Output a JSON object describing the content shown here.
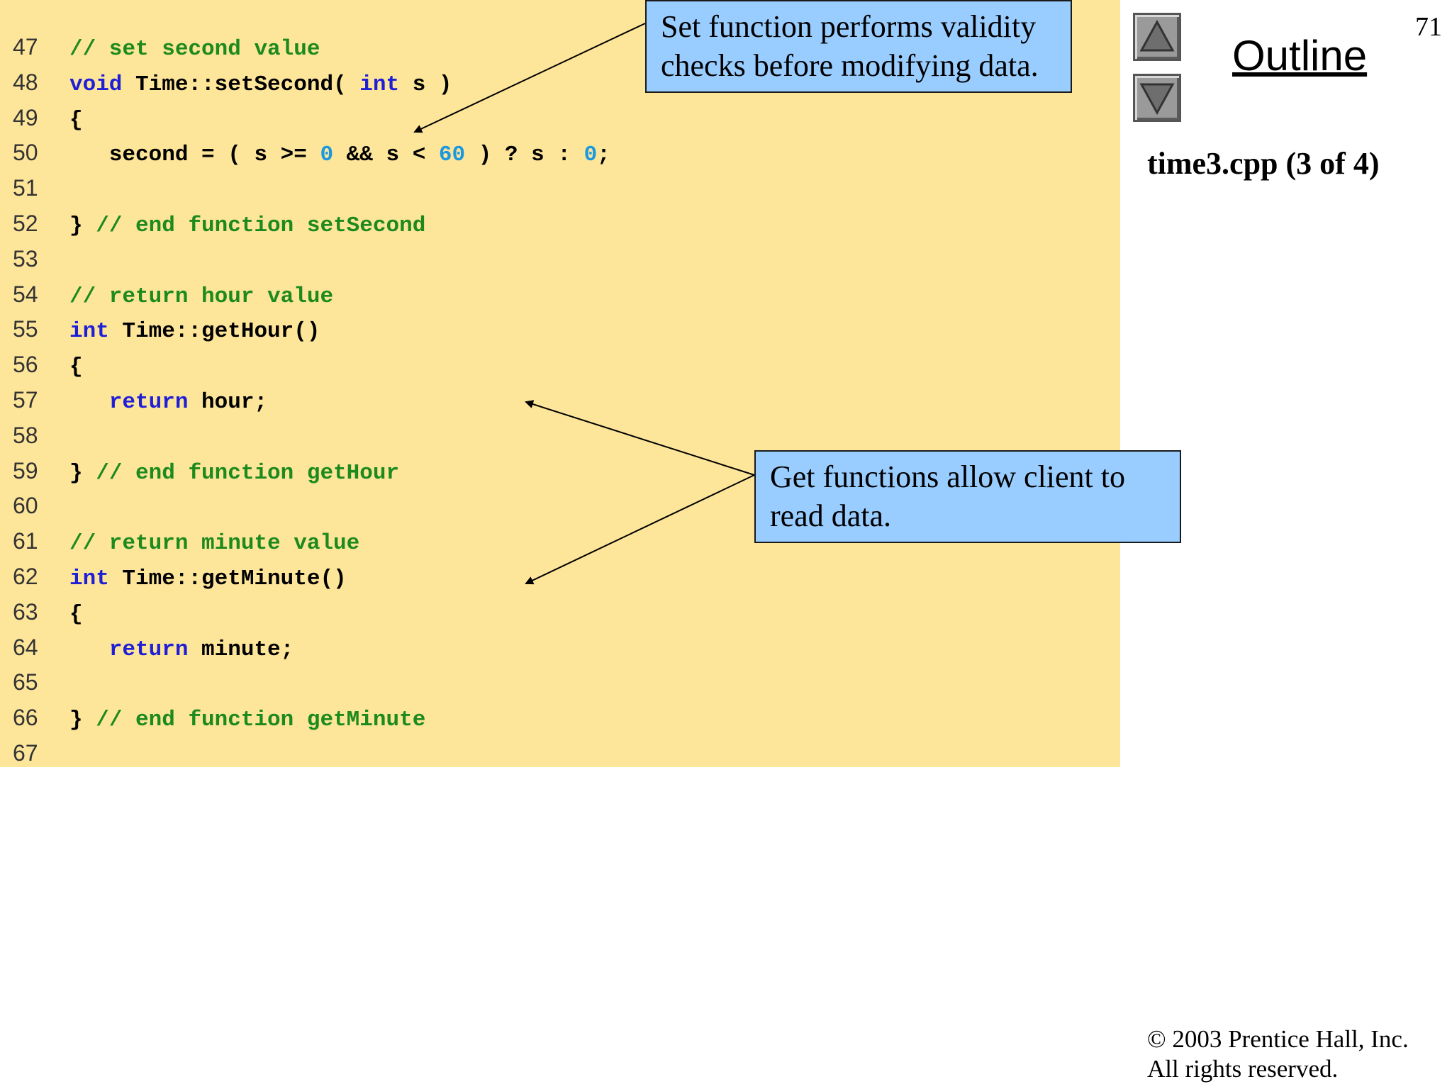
{
  "code": [
    {
      "n": "47",
      "indent": "",
      "parts": [
        {
          "t": "// set second value",
          "c": "cmt"
        }
      ]
    },
    {
      "n": "48",
      "indent": "",
      "parts": [
        {
          "t": "void",
          "c": "kw"
        },
        {
          "t": " Time::setSecond( ",
          "c": "normal"
        },
        {
          "t": "int",
          "c": "kw"
        },
        {
          "t": " s )",
          "c": "normal"
        }
      ]
    },
    {
      "n": "49",
      "indent": "",
      "parts": [
        {
          "t": "{",
          "c": "normal"
        }
      ]
    },
    {
      "n": "50",
      "indent": "   ",
      "parts": [
        {
          "t": "second = ( s >= ",
          "c": "normal"
        },
        {
          "t": "0",
          "c": "num"
        },
        {
          "t": " && s < ",
          "c": "normal"
        },
        {
          "t": "60",
          "c": "num"
        },
        {
          "t": " ) ? s : ",
          "c": "normal"
        },
        {
          "t": "0",
          "c": "num"
        },
        {
          "t": ";",
          "c": "normal"
        }
      ]
    },
    {
      "n": "51",
      "indent": "",
      "parts": []
    },
    {
      "n": "52",
      "indent": "",
      "parts": [
        {
          "t": "} ",
          "c": "normal"
        },
        {
          "t": "// end function setSecond",
          "c": "cmt"
        }
      ]
    },
    {
      "n": "53",
      "indent": "",
      "parts": []
    },
    {
      "n": "54",
      "indent": "",
      "parts": [
        {
          "t": "// return hour value",
          "c": "cmt"
        }
      ]
    },
    {
      "n": "55",
      "indent": "",
      "parts": [
        {
          "t": "int",
          "c": "kw"
        },
        {
          "t": " Time::getHour()",
          "c": "normal"
        }
      ]
    },
    {
      "n": "56",
      "indent": "",
      "parts": [
        {
          "t": "{",
          "c": "normal"
        }
      ]
    },
    {
      "n": "57",
      "indent": "   ",
      "parts": [
        {
          "t": "return",
          "c": "kw"
        },
        {
          "t": " hour;",
          "c": "normal"
        }
      ]
    },
    {
      "n": "58",
      "indent": "",
      "parts": []
    },
    {
      "n": "59",
      "indent": "",
      "parts": [
        {
          "t": "} ",
          "c": "normal"
        },
        {
          "t": "// end function getHour",
          "c": "cmt"
        }
      ]
    },
    {
      "n": "60",
      "indent": "",
      "parts": []
    },
    {
      "n": "61",
      "indent": "",
      "parts": [
        {
          "t": "// return minute value",
          "c": "cmt"
        }
      ]
    },
    {
      "n": "62",
      "indent": "",
      "parts": [
        {
          "t": "int",
          "c": "kw"
        },
        {
          "t": " Time::getMinute()",
          "c": "normal"
        }
      ]
    },
    {
      "n": "63",
      "indent": "",
      "parts": [
        {
          "t": "{",
          "c": "normal"
        }
      ]
    },
    {
      "n": "64",
      "indent": "   ",
      "parts": [
        {
          "t": "return",
          "c": "kw"
        },
        {
          "t": " minute;",
          "c": "normal"
        }
      ]
    },
    {
      "n": "65",
      "indent": "",
      "parts": []
    },
    {
      "n": "66",
      "indent": "",
      "parts": [
        {
          "t": "} ",
          "c": "normal"
        },
        {
          "t": "// end function getMinute",
          "c": "cmt"
        }
      ]
    },
    {
      "n": "67",
      "indent": "",
      "parts": []
    }
  ],
  "callouts": {
    "set": "Set function performs validity checks before modifying data.",
    "get": "Get functions allow client to read data."
  },
  "sidebar": {
    "outline": "Outline",
    "page_number": "71",
    "file_label": "time3.cpp (3 of 4)",
    "copyright_line1": "© 2003 Prentice Hall, Inc.",
    "copyright_line2": "All rights reserved.",
    "nav_up_icon": "triangle-up-icon",
    "nav_down_icon": "triangle-down-icon"
  },
  "colors": {
    "code_bg": "#fde59a",
    "callout_bg": "#99ccff",
    "comment": "#1c8a1c",
    "keyword": "#1f1fd6",
    "number": "#1c98e0"
  }
}
